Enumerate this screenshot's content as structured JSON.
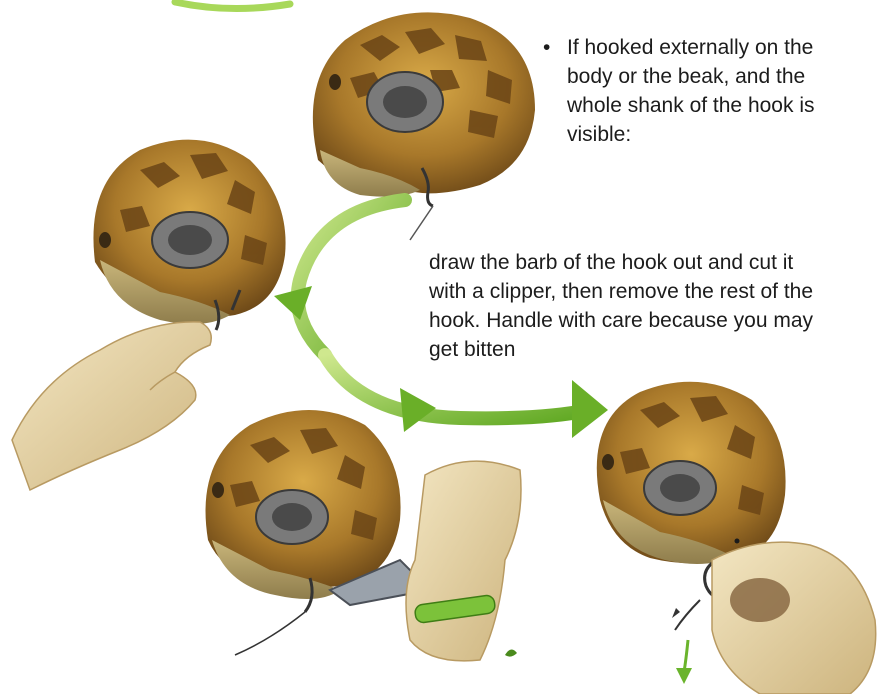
{
  "text": {
    "bullet_symbol": "•",
    "step_intro": "If hooked externally on the body or the beak, and the whole shank of the hook is visible:",
    "step_intro_lines": [
      "If hooked externally on the",
      "body or the beak, and the",
      "whole shank of the hook is",
      "visible:"
    ],
    "instruction_lines": [
      "draw the barb of the hook out and cut it",
      "with a clipper, then remove the rest of the",
      "hook. Handle with care because you may",
      "get bitten"
    ]
  },
  "illustrations": [
    {
      "name": "turtle-head-hooked-beak"
    },
    {
      "name": "hand-holding-hook-barb-out"
    },
    {
      "name": "clipper-cutting-barb"
    },
    {
      "name": "hand-removing-hook-shank"
    }
  ],
  "colors": {
    "shell_dark": "#5a3a12",
    "shell_light": "#c89a3c",
    "skin": "#b9a56a",
    "skin_hand": "#e8d6a8",
    "arrow_green": "#86c43a",
    "eye": "#6e6e6e"
  }
}
